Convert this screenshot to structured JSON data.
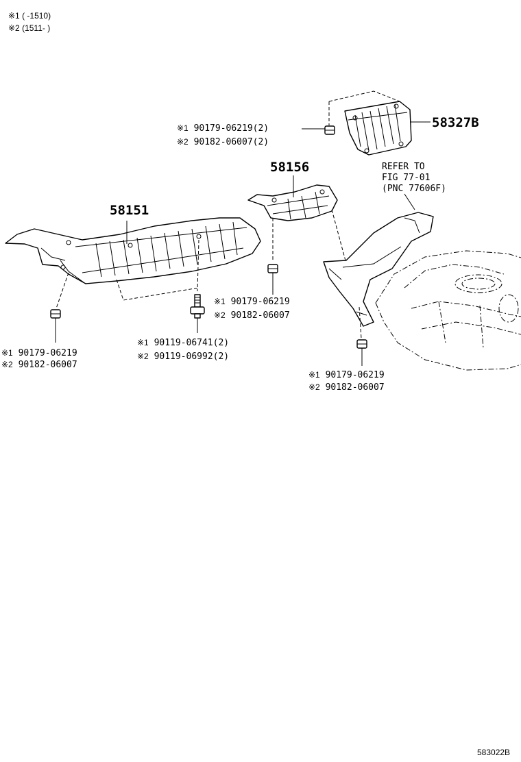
{
  "legend": {
    "line1": "※1 (      -1510)",
    "line2": "※2 (1511-      )"
  },
  "main_parts": {
    "p58327b": "58327B",
    "p58156": "58156",
    "p58151": "58151"
  },
  "refer": {
    "line1": "REFER TO",
    "line2": "FIG 77-01",
    "line3": "(PNC 77606F)"
  },
  "callouts": {
    "top_nut": {
      "m1": "90179-06219",
      "m1q": "(2)",
      "m2": "90182-06007",
      "m2q": "(2)"
    },
    "center_nut": {
      "m1": "90179-06219",
      "m2": "90182-06007"
    },
    "left_nut": {
      "m1": "90179-06219",
      "m2": "90182-06007"
    },
    "stud_bolt": {
      "m1": "90119-06741",
      "m1q": "(2)",
      "m2": "90119-06992",
      "m2q": "(2)"
    },
    "right_nut": {
      "m1": "90179-06219",
      "m2": "90182-06007"
    }
  },
  "marks": {
    "m1": "※1",
    "m2": "※2"
  },
  "illustration_code": "583022B"
}
